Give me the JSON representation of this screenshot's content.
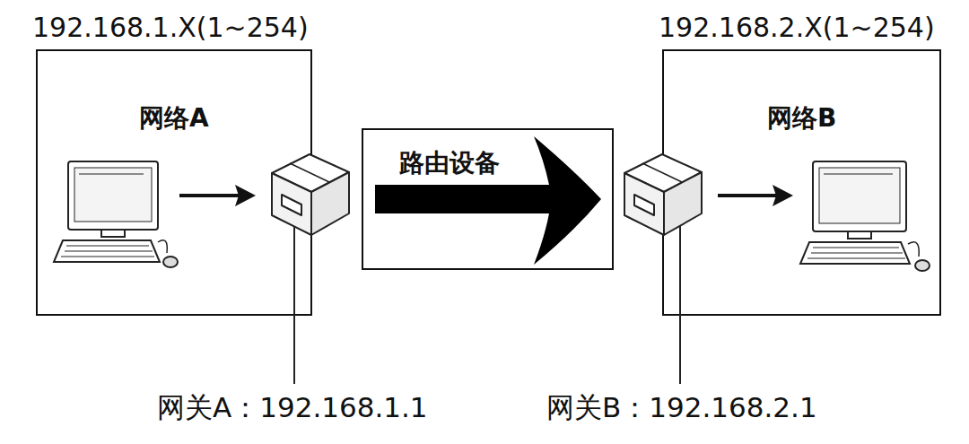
{
  "diagram": {
    "nodes": [
      {
        "text": [
          "192.168.1.X(1~254)",
          "网络A"
        ]
      },
      {
        "text": [
          "路由设备"
        ]
      },
      {
        "text": [
          "192.168.2.X(1~254)",
          "网络B"
        ]
      }
    ],
    "labels": [
      "网关A：192.168.1.1",
      "网关B：192.168.2.1"
    ]
  }
}
